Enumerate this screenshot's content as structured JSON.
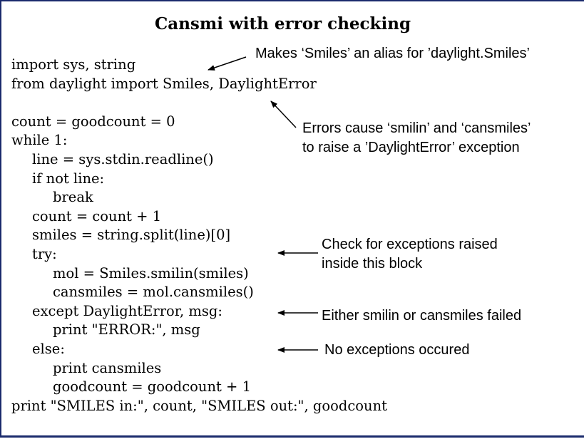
{
  "title": "Cansmi with error checking",
  "code_lines": [
    {
      "indent": 0,
      "text": "import sys, string"
    },
    {
      "indent": 0,
      "text": "from daylight import Smiles, DaylightError"
    },
    {
      "indent": 0,
      "text": ""
    },
    {
      "indent": 0,
      "text": "count = goodcount = 0"
    },
    {
      "indent": 0,
      "text": "while 1:"
    },
    {
      "indent": 1,
      "text": "line = sys.stdin.readline()"
    },
    {
      "indent": 1,
      "text": "if not line:"
    },
    {
      "indent": 2,
      "text": "break"
    },
    {
      "indent": 1,
      "text": "count = count + 1"
    },
    {
      "indent": 1,
      "text": "smiles = string.split(line)[0]"
    },
    {
      "indent": 1,
      "text": "try:"
    },
    {
      "indent": 2,
      "text": "mol = Smiles.smilin(smiles)"
    },
    {
      "indent": 2,
      "text": "cansmiles = mol.cansmiles()"
    },
    {
      "indent": 1,
      "text": "except DaylightError, msg:"
    },
    {
      "indent": 2,
      "text": "print \"ERROR:\", msg"
    },
    {
      "indent": 1,
      "text": "else:"
    },
    {
      "indent": 2,
      "text": "print cansmiles"
    },
    {
      "indent": 2,
      "text": "goodcount = goodcount + 1"
    },
    {
      "indent": 0,
      "text": "print \"SMILES in:\", count, \"SMILES out:\", goodcount"
    }
  ],
  "annotations": {
    "alias": "Makes ‘Smiles’ an alias for ’daylight.Smiles’",
    "errors_line1": "Errors cause ‘smilin’ and ‘cansmiles’",
    "errors_line2": "to raise a ’DaylightError’ exception",
    "check_line1": "Check for exceptions raised",
    "check_line2": "inside this block",
    "failed": "Either smilin or cansmiles failed",
    "no_exceptions": "No exceptions occured"
  },
  "colors": {
    "frame": "#1a2a6c",
    "text": "#000000"
  }
}
